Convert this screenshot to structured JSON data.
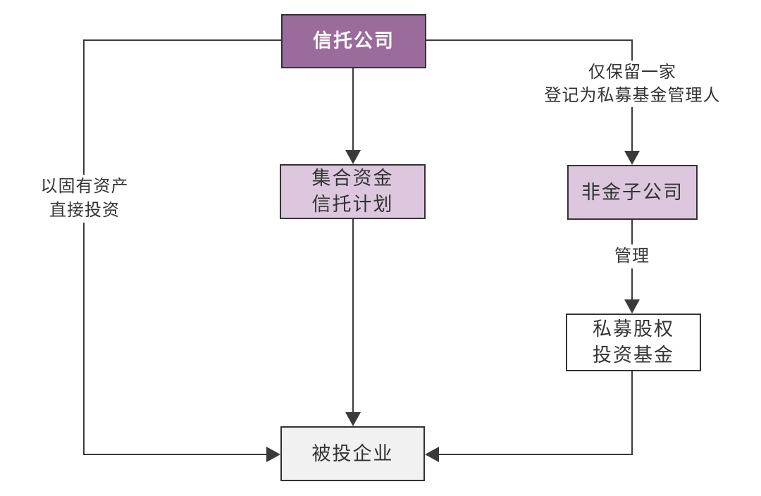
{
  "diagram": {
    "nodes": {
      "trust_company": {
        "label": "信托公司"
      },
      "collective_trust_plan": {
        "label": "集合资金\n信托计划"
      },
      "non_financial_subsidiary": {
        "label": "非金子公司"
      },
      "pe_fund": {
        "label": "私募股权\n投资基金"
      },
      "investee": {
        "label": "被投企业"
      }
    },
    "edge_labels": {
      "left_path": "以固有资产\n直接投资",
      "right_path": "仅保留一家\n登记为私募基金管理人",
      "manage": "管理"
    },
    "colors": {
      "primary_box_fill": "#9a6b9b",
      "primary_box_text": "#ffffff",
      "secondary_box_fill": "#dcc7df",
      "plain_box_fill": "#ffffff",
      "gray_box_fill": "#f1f1f2",
      "border": "#333333",
      "line": "#3a3a3a",
      "text": "#333333"
    }
  }
}
